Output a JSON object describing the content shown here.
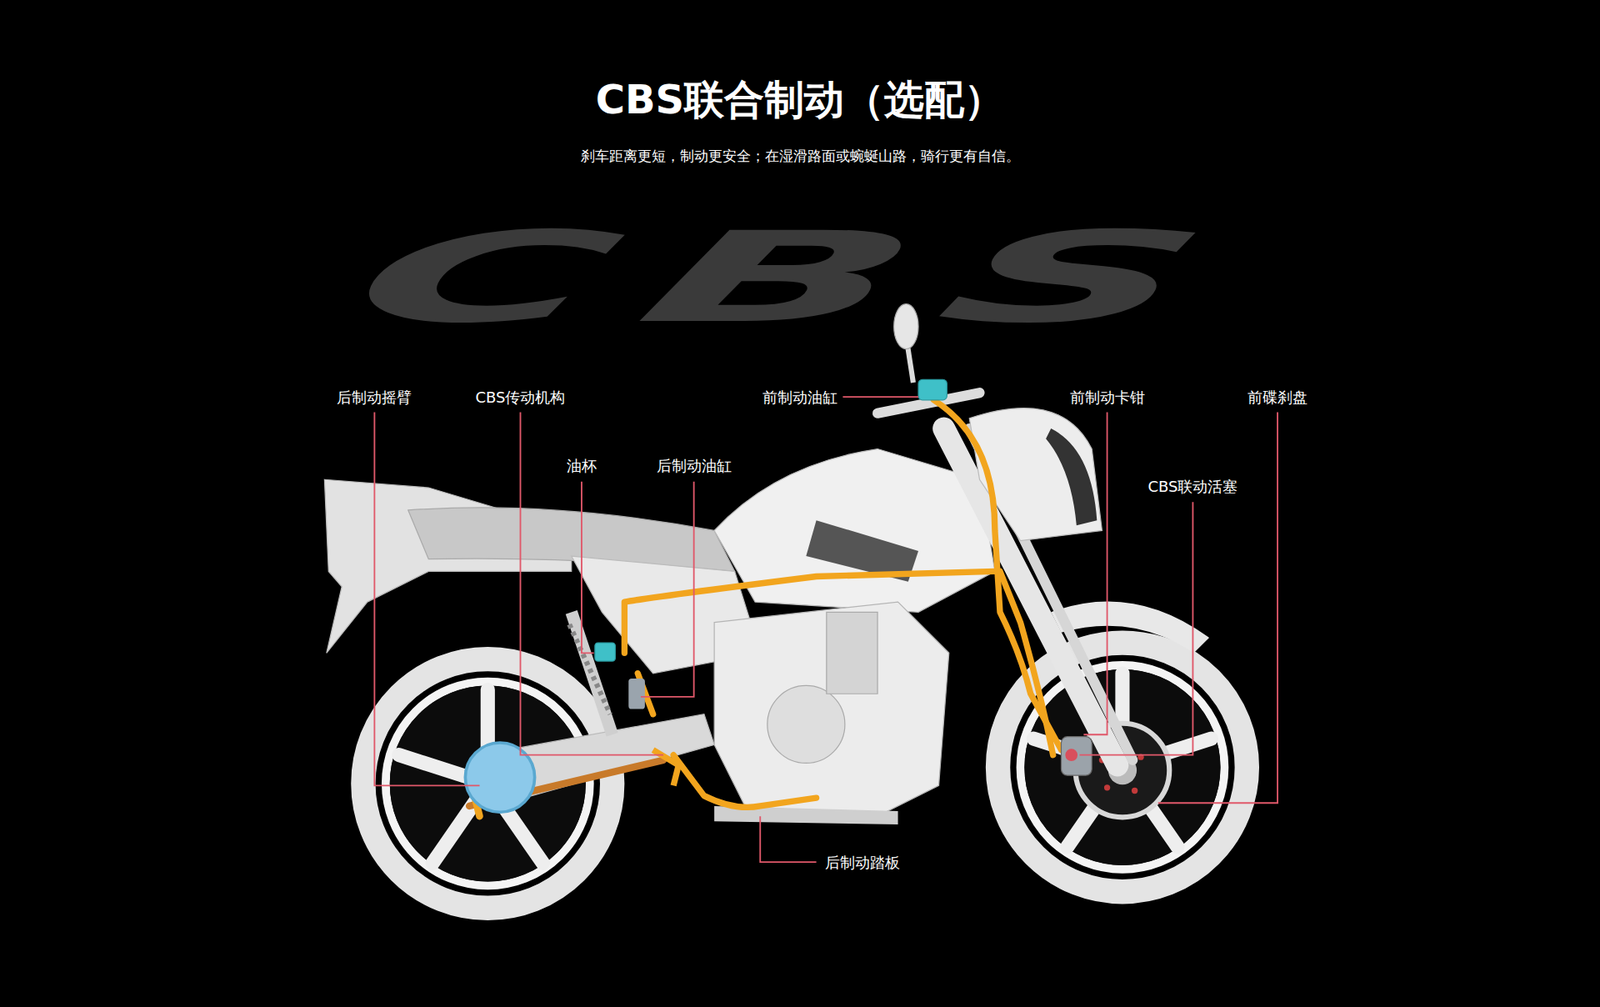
{
  "diagram": {
    "title": "CBS联合制动（选配）",
    "caption": "刹车距离更短，制动更安全；在湿滑路面或蜿蜒山路，骑行更有自信。",
    "labels": [
      "CBS",
      "后制动摇臂",
      "CBS传动机构",
      "油杯",
      "后制动油缸",
      "前制动油缸",
      "前制动卡钳",
      "前碟刹盘",
      "CBS联动活塞",
      "后制动踏板"
    ]
  }
}
